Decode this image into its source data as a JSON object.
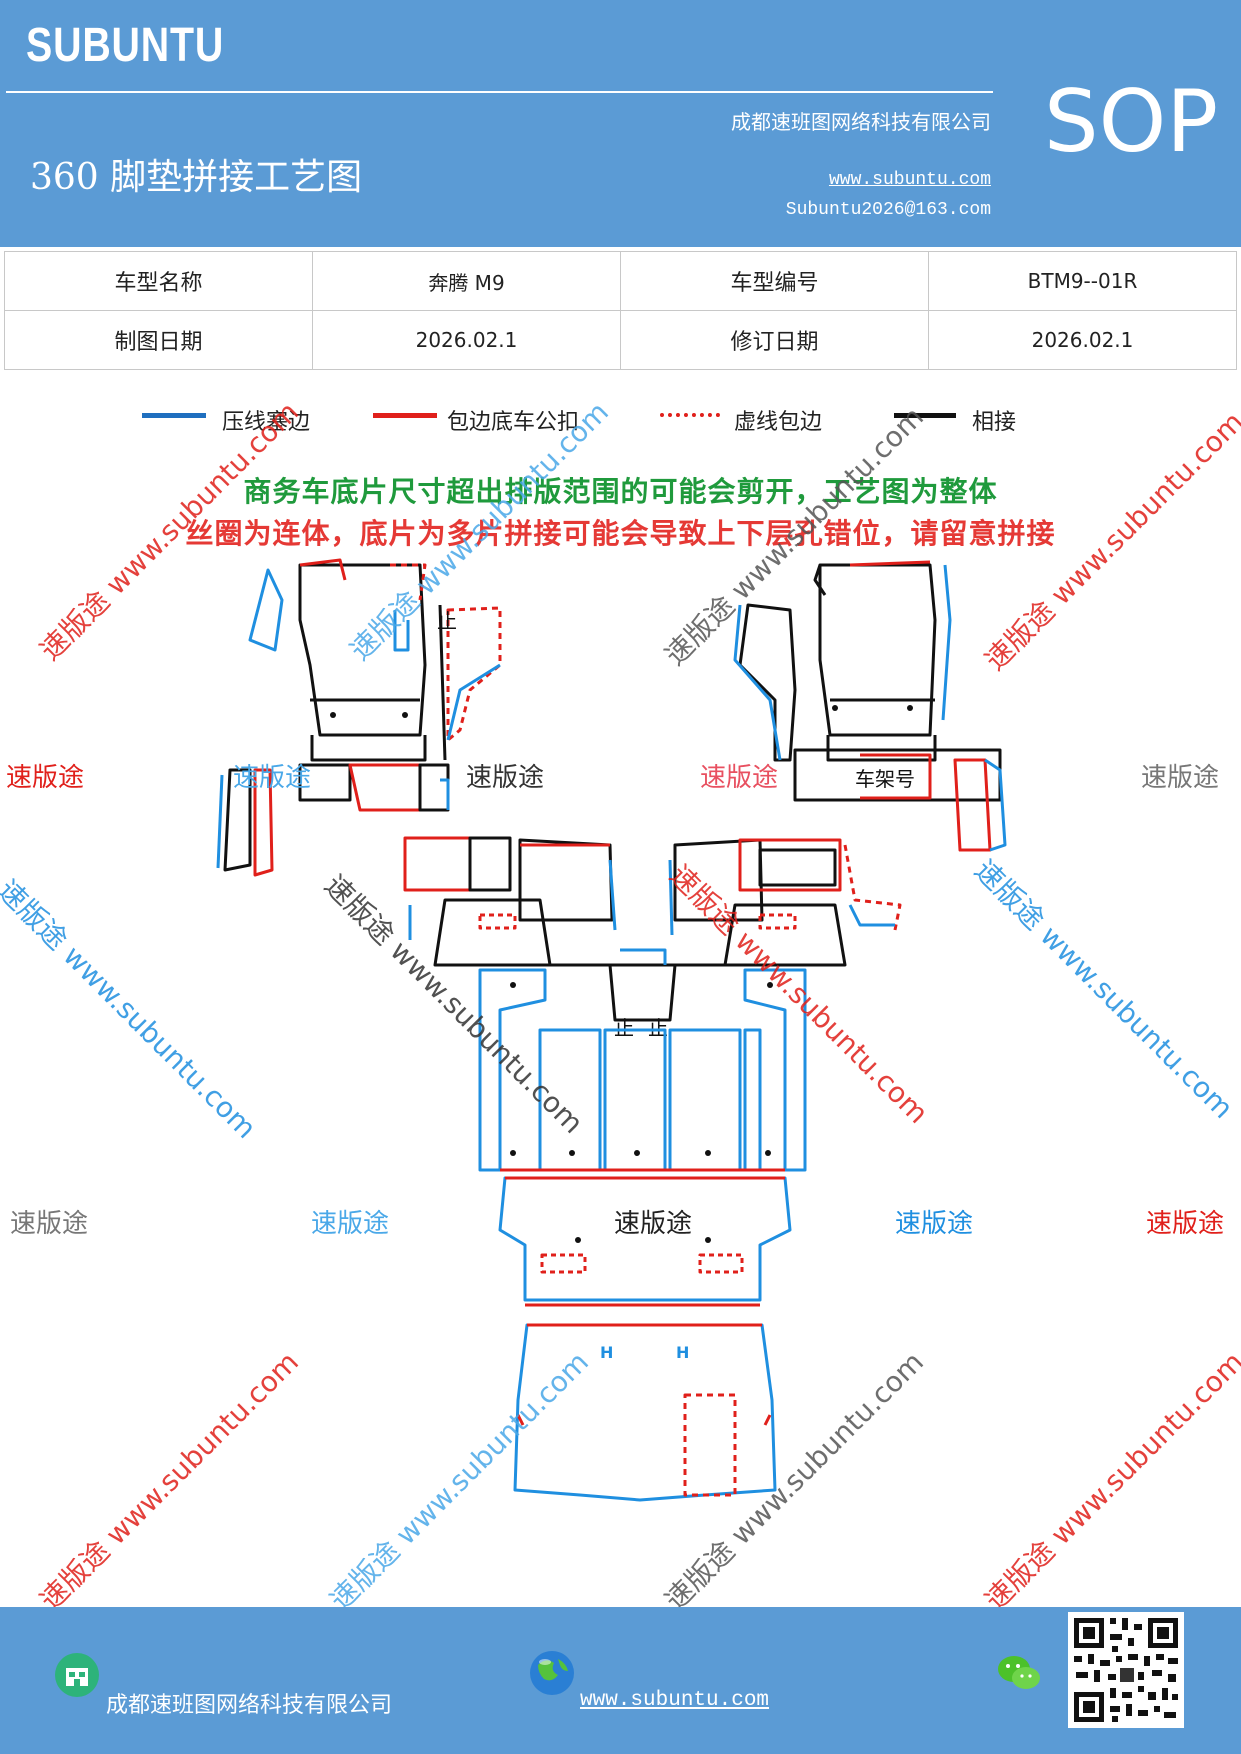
{
  "header": {
    "brand": "SUBUNTU",
    "title": "360 脚垫拼接工艺图",
    "company": "成都速班图网络科技有限公司",
    "website": "www.subuntu.com",
    "email": "Subuntu2026@163.com",
    "sop": "SOP"
  },
  "info_table": {
    "model_name_label": "车型名称",
    "model_name_value": "奔腾 M9",
    "model_code_label": "车型编号",
    "model_code_value": "BTM9--01R",
    "draw_date_label": "制图日期",
    "draw_date_value": "2026.02.1",
    "revise_date_label": "修订日期",
    "revise_date_value": "2026.02.1"
  },
  "legend": {
    "items": [
      {
        "label": "压线塞边",
        "color": "#1f6fbf",
        "style": "solid"
      },
      {
        "label": "包边底车公扣",
        "color": "#e0201b",
        "style": "solid"
      },
      {
        "label": "虚线包边",
        "color": "#e0201b",
        "style": "dashed"
      },
      {
        "label": "相接",
        "color": "#111111",
        "style": "solid"
      }
    ]
  },
  "notice": {
    "line1": "商务车底片尺寸超出排版范围的可能会剪开，工艺图为整体",
    "line2": "丝圈为连体，底片为多片拼接可能会导致上下层孔错位，请留意拼接"
  },
  "diagram": {
    "label_frame": "车架号",
    "stop_marks": [
      "止",
      "止",
      "止"
    ],
    "h_marks": [
      "H",
      "H"
    ]
  },
  "watermarks": {
    "brand_text": "速版途",
    "domain_text": "速版途 www.subuntu.com",
    "domain_only": "www.subuntu.com"
  },
  "footer": {
    "company": "成都速班图网络科技有限公司",
    "website": "www.subuntu.com"
  },
  "colors": {
    "header_bg": "#5b9bd5",
    "blue_line": "#1f8fe0",
    "red_line": "#e0201b",
    "notice_green": "#1f9a3c",
    "notice_red": "#e53935"
  }
}
